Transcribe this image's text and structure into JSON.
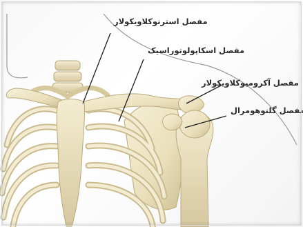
{
  "labels": {
    "sternoclavicular": "مفصل استرنوکلاویکولار",
    "scapulothoracic": "مفصل اسکاپولوتوراسیک",
    "acromioclavicular": "مفصل آکرومیوکلاویکولار",
    "glenohumeral": "مفصل گلنوهومرال"
  },
  "colors": {
    "bone": "#efe6c8",
    "bone_shade": "#cdbf94",
    "bone_outline": "#b9aa7c",
    "leader_line": "#1c1c1c",
    "skin_outline": "#9a9a9a",
    "label_text": "#2b2b2b"
  }
}
